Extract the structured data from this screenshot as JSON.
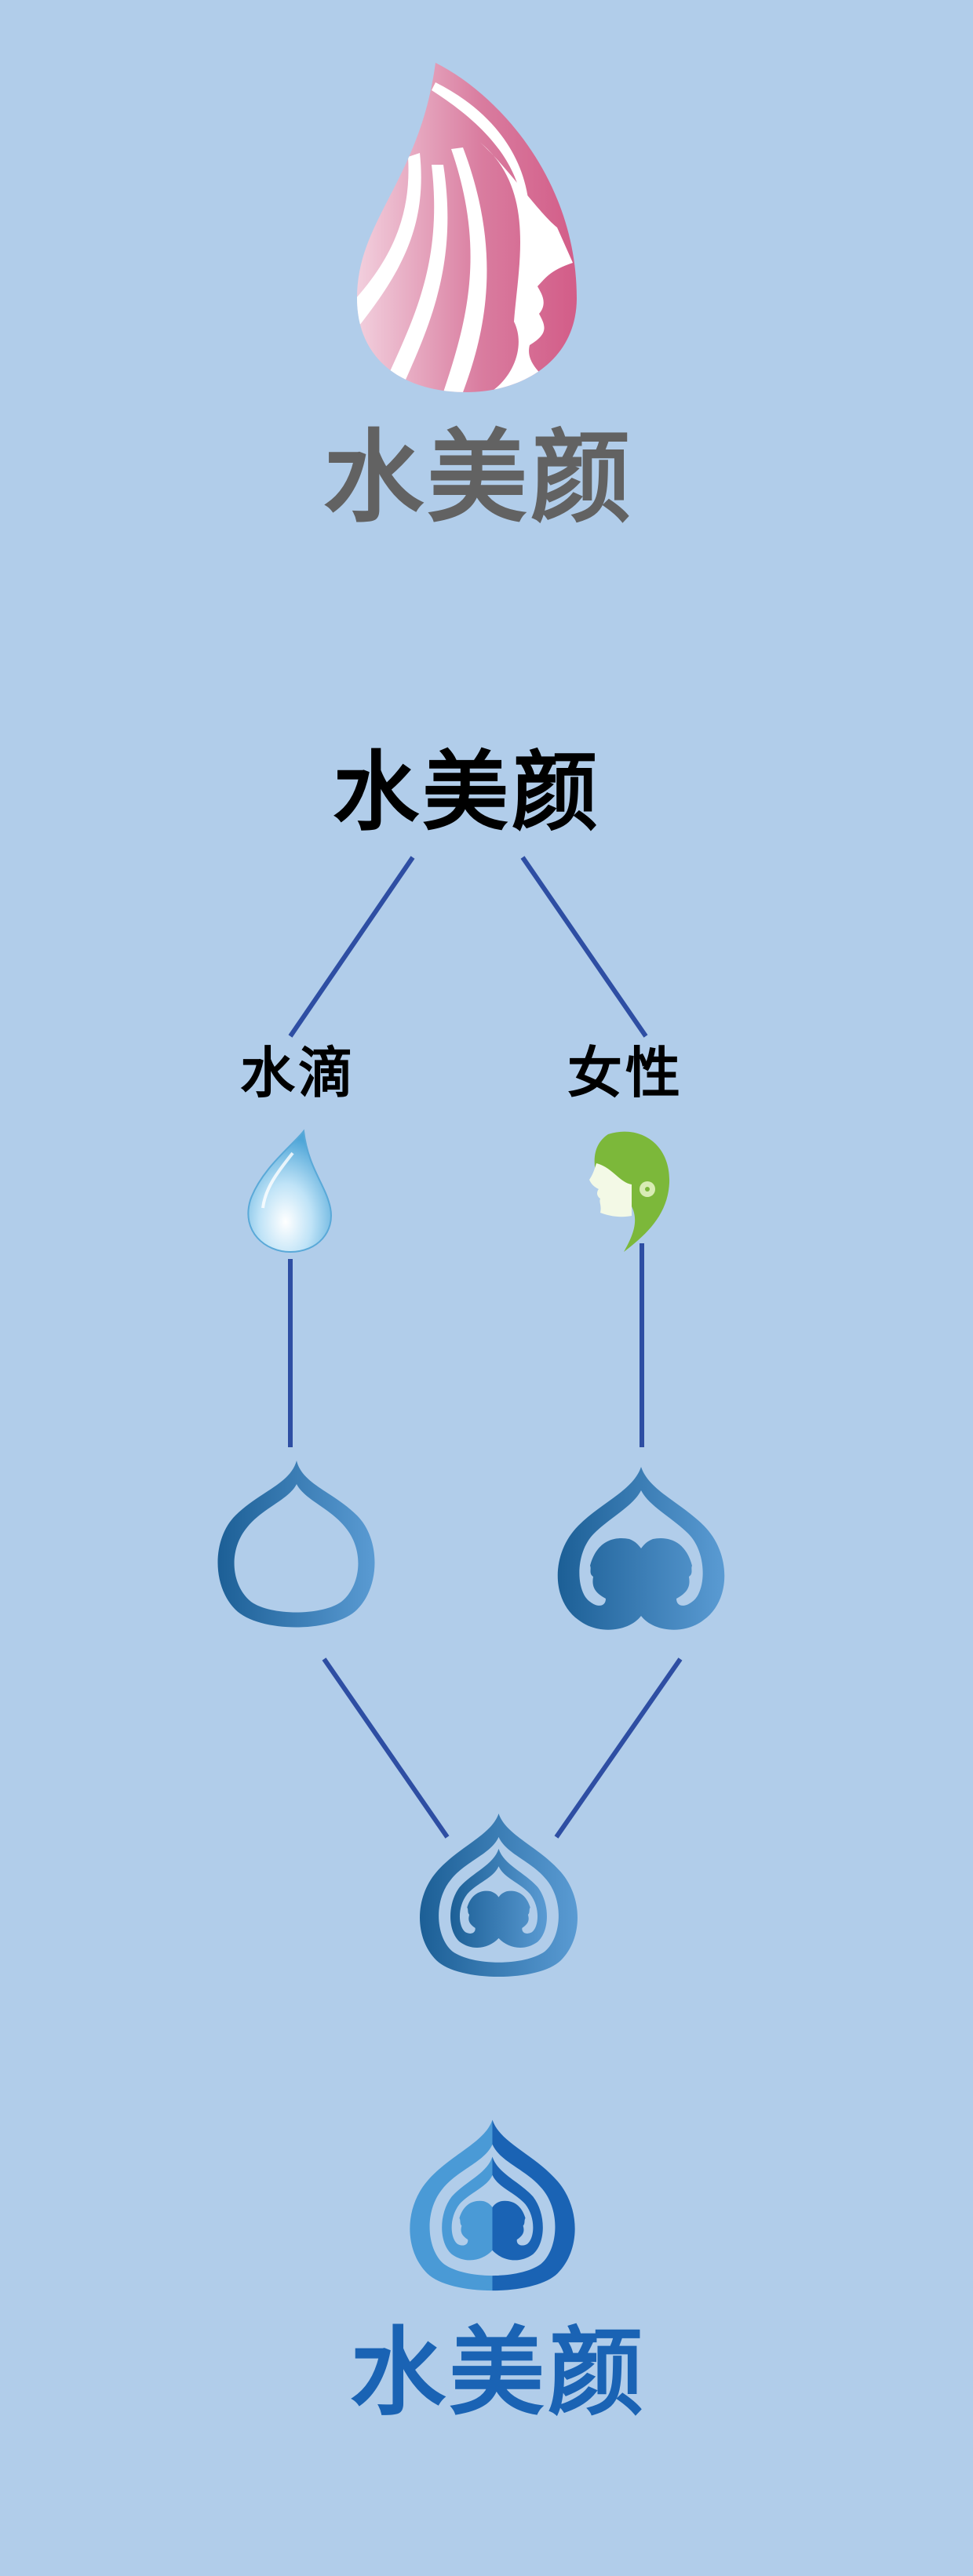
{
  "colors": {
    "background": "#b1cdea",
    "connector_line": "#2e4ea3",
    "top_logo_pink_dark": "#d25a86",
    "top_logo_pink_light": "#f2cfdd",
    "top_wordmark": "#626262",
    "concept_label": "#000000",
    "mark_blue_dark": "#1c5f96",
    "mark_blue_light": "#5a9bd3",
    "final_blue_light": "#4a9ad6",
    "final_blue_dark": "#1a63b4",
    "woman_icon_green": "#7cb83a"
  },
  "top_logo": {
    "icon": "pink-water-drop-woman-profile-icon",
    "wordmark": "水美颜"
  },
  "diagram": {
    "root": "水美颜",
    "branches": [
      {
        "label": "水滴",
        "icon": "water-drop-icon",
        "derived_mark": "drop-outline-mark"
      },
      {
        "label": "女性",
        "icon": "woman-profile-icon",
        "derived_mark": "drop-twin-faces-mark"
      }
    ],
    "merged_mark": "combined-drop-twin-faces-mark"
  },
  "final_logo": {
    "icon": "final-two-tone-drop-twin-faces-logo",
    "wordmark": "水美颜"
  }
}
